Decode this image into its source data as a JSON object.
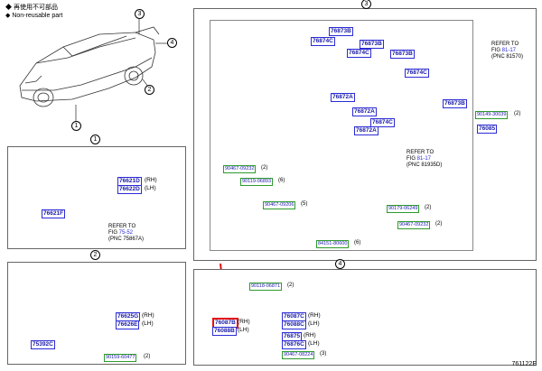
{
  "legend": {
    "reuse_jp": "再使用不可部品",
    "reuse_en": "Non-reusable part"
  },
  "diagram_code": "761122E",
  "panel_numbers": [
    "1",
    "2",
    "3",
    "4"
  ],
  "car_callouts": [
    "3",
    "4",
    "2",
    "1"
  ],
  "panel1": {
    "tags": [
      {
        "id": "76621D",
        "side": "(RH)"
      },
      {
        "id": "76622D",
        "side": "(LH)"
      },
      {
        "id": "76621F",
        "side": ""
      }
    ],
    "note": {
      "l1": "REFER TO",
      "l2": "FIG",
      "link": "75-52",
      "l3": "(PNC 75867A)"
    }
  },
  "panel2": {
    "tags": [
      {
        "id": "76625G",
        "side": "(RH)"
      },
      {
        "id": "76626E",
        "side": "(LH)"
      },
      {
        "id": "75392C",
        "side": ""
      }
    ],
    "green": {
      "id": "90159-60477",
      "qty": "(2)"
    }
  },
  "panel3": {
    "tags": [
      "76873B",
      "76874C",
      "76873B",
      "76874C",
      "76873B",
      "76874C",
      "76872A",
      "76872A",
      "76874C",
      "76873B",
      "76872A",
      "76085"
    ],
    "green": [
      {
        "id": "90149-30039",
        "qty": "(2)"
      },
      {
        "id": "90467-09232",
        "qty": "(2)"
      },
      {
        "id": "90119-06893",
        "qty": "(6)"
      },
      {
        "id": "90467-09206",
        "qty": "(5)"
      },
      {
        "id": "90179-06249",
        "qty": "(2)"
      },
      {
        "id": "90467-09232",
        "qty": "(2)"
      },
      {
        "id": "84151-80600",
        "qty": "(6)"
      }
    ],
    "note_right": {
      "l1": "REFER TO",
      "l2": "FIG",
      "link": "81-17",
      "l3": "(PNC 81570)"
    },
    "note_mid": {
      "l1": "REFER TO",
      "l2": "FIG",
      "link": "81-17",
      "l3": "(PNC 81935D)"
    }
  },
  "panel4": {
    "green_top": {
      "id": "90118-06871",
      "qty": "(2)"
    },
    "main_tags": [
      {
        "id": "76087B",
        "side": "(RH)"
      },
      {
        "id": "76088B",
        "side": "(LH)"
      }
    ],
    "sub_tags": [
      {
        "id": "76087C",
        "side": "(RH)"
      },
      {
        "id": "76088C",
        "side": "(LH)"
      },
      {
        "id": "76875",
        "side": "(RH)"
      },
      {
        "id": "76876C",
        "side": "(LH)"
      }
    ],
    "green_bottom": {
      "id": "90467-08224",
      "qty": "(3)"
    }
  }
}
